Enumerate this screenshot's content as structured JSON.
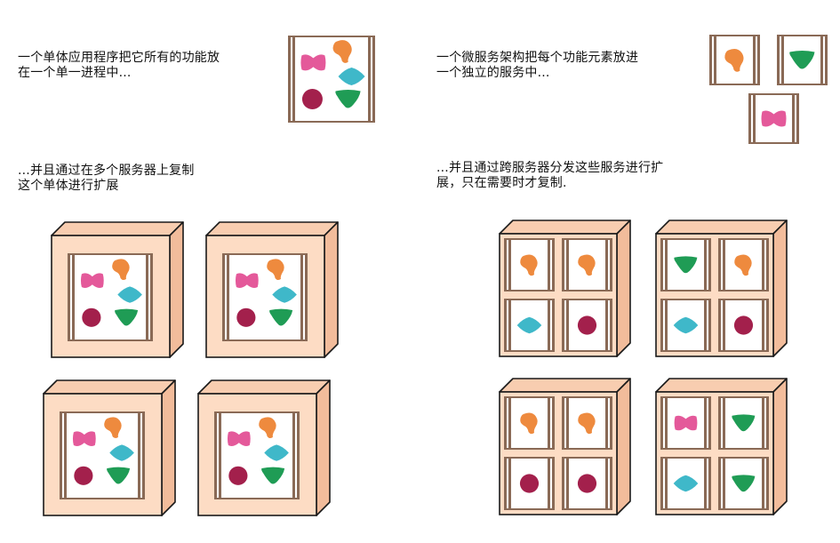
{
  "captions": {
    "monolith_intro": "一个单体应用程序把它所有的功能放\n在一个单一进程中...",
    "microservice_intro": "一个微服务架构把每个功能元素放进\n一个独立的服务中...",
    "monolith_scale": "...并且通过在多个服务器上复制\n这个单体进行扩展",
    "microservice_scale": "...并且通过跨服务器分发这些服务进行扩\n展，只在需要时才复制."
  },
  "colors": {
    "frame": "#8a6a56",
    "server_face": "#fddcc4",
    "server_top": "#f8cdb0",
    "server_side": "#f2bc9b",
    "outline": "#1a1a1a",
    "pink": "#e4599a",
    "orange": "#ee8a3e",
    "teal": "#3fb8c9",
    "maroon": "#a3204c",
    "green": "#1f9c55"
  },
  "diagram": {
    "monolith_shapes": [
      "pink-bowtie",
      "orange-blob",
      "teal-diamond",
      "maroon-circle",
      "green-triangle"
    ],
    "microservices": [
      "orange-blob",
      "green-triangle",
      "pink-bowtie"
    ],
    "monolith_servers": 4,
    "microservice_servers": [
      [
        "orange-blob",
        "orange-blob",
        "teal-diamond",
        "maroon-circle"
      ],
      [
        "green-triangle",
        "orange-blob",
        "teal-diamond",
        "maroon-circle"
      ],
      [
        "orange-blob",
        "orange-blob",
        "maroon-circle",
        "maroon-circle"
      ],
      [
        "pink-bowtie",
        "green-triangle",
        "teal-diamond",
        "green-triangle"
      ]
    ]
  }
}
